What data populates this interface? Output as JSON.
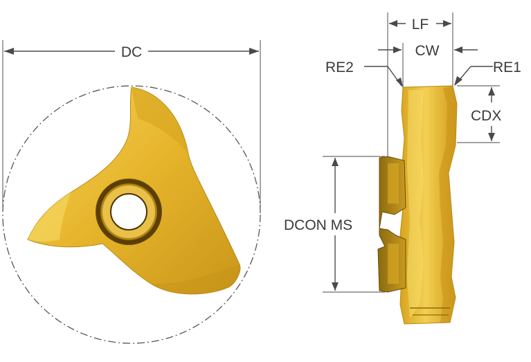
{
  "labels": {
    "dc": "DC",
    "lf": "LF",
    "cw": "CW",
    "re2": "RE2",
    "re1": "RE1",
    "cdx": "CDX",
    "dcon_ms": "DCON MS"
  },
  "colors": {
    "insert_gold": "#e8b92a",
    "insert_highlight": "#f4d25a",
    "insert_shadow": "#b58a12",
    "insert_dark": "#7a5a0a",
    "dimension_line": "#4a4a4a",
    "background": "#ffffff"
  },
  "icons": {
    "front_view": "three-point-threading-insert-front-view",
    "side_view": "threading-insert-side-view"
  }
}
